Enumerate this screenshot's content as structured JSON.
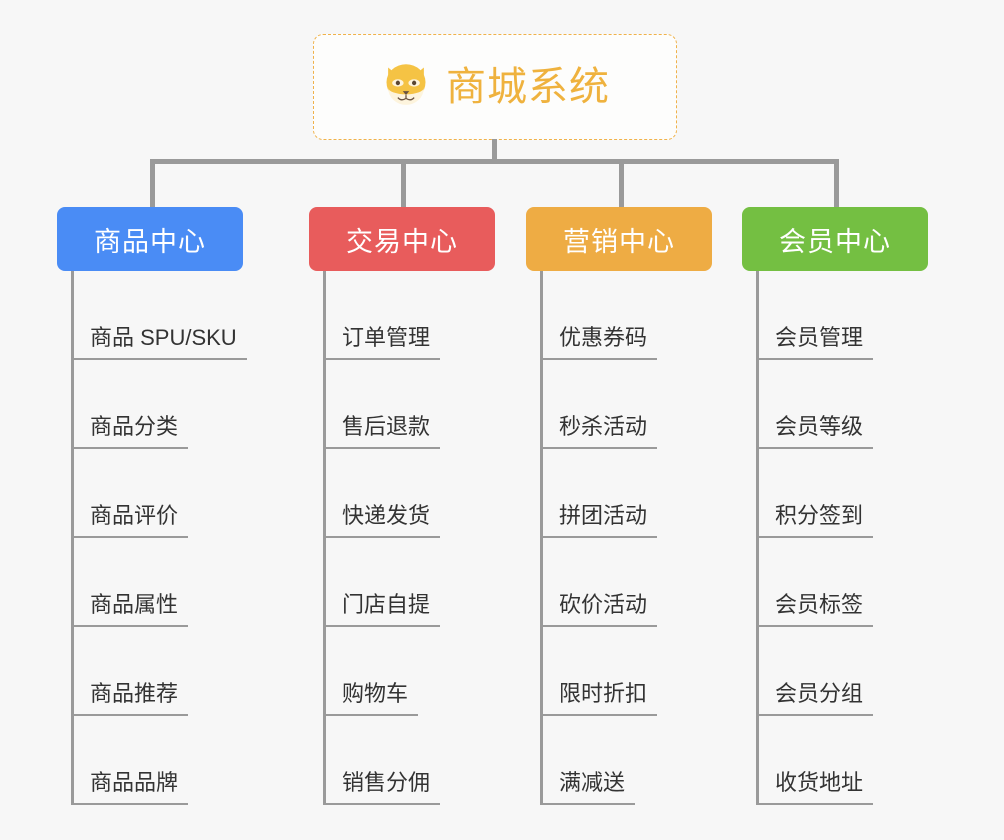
{
  "diagram": {
    "title": "商城系统",
    "root": {
      "icon": "dog-face-icon",
      "label": "商城系统",
      "text_color": "#efb23e",
      "border_color": "#f0b24a"
    },
    "connector_color": "#9a9a9a",
    "background": "#f7f7f7",
    "branches": [
      {
        "id": "product-center",
        "label": "商品中心",
        "color": "#4a8cf5",
        "items": [
          "商品 SPU/SKU",
          "商品分类",
          "商品评价",
          "商品属性",
          "商品推荐",
          "商品品牌"
        ]
      },
      {
        "id": "trade-center",
        "label": "交易中心",
        "color": "#e85c5c",
        "items": [
          "订单管理",
          "售后退款",
          "快递发货",
          "门店自提",
          "购物车",
          "销售分佣"
        ]
      },
      {
        "id": "marketing-center",
        "label": "营销中心",
        "color": "#eeac44",
        "items": [
          "优惠券码",
          "秒杀活动",
          "拼团活动",
          "砍价活动",
          "限时折扣",
          "满减送"
        ]
      },
      {
        "id": "member-center",
        "label": "会员中心",
        "color": "#74bf42",
        "items": [
          "会员管理",
          "会员等级",
          "积分签到",
          "会员标签",
          "会员分组",
          "收货地址"
        ]
      }
    ]
  }
}
